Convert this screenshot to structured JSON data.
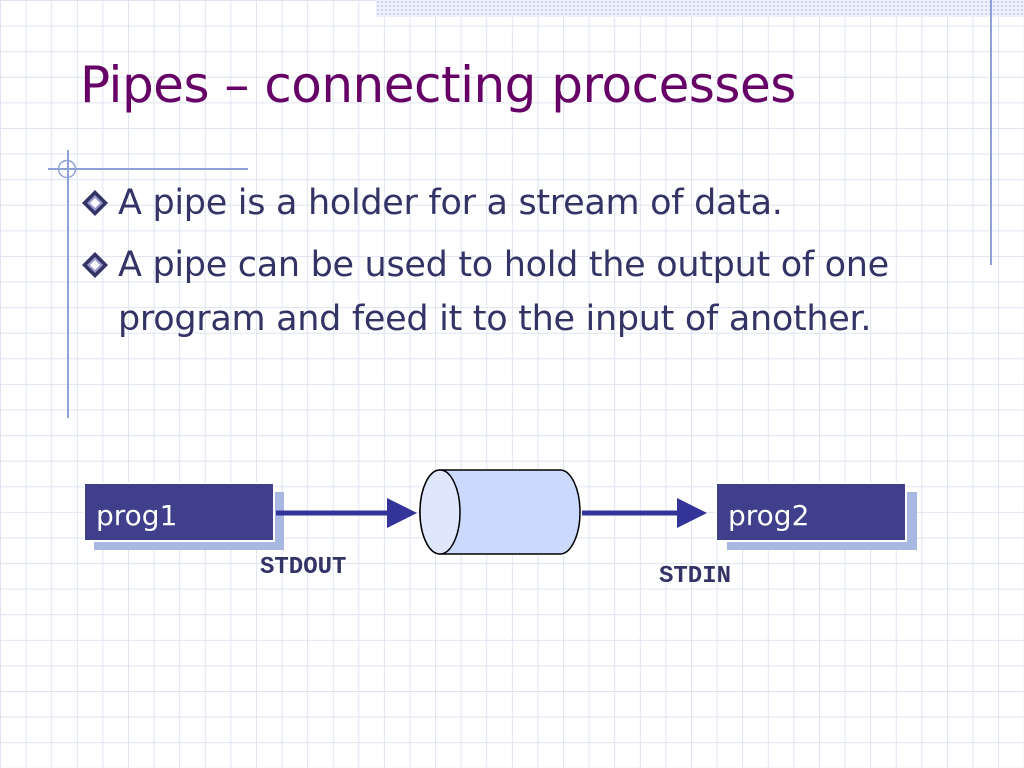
{
  "slide": {
    "title": "Pipes – connecting processes",
    "bullets": [
      {
        "text": "A pipe is a holder for a stream of data."
      },
      {
        "text": "A pipe can be used to hold the output of one program and feed it to the input of another."
      }
    ]
  },
  "diagram": {
    "source_process": "prog1",
    "target_process": "prog2",
    "source_stream": "STDOUT",
    "target_stream": "STDIN",
    "bullet_icon": "diamond-bullet-icon",
    "pipe_icon": "cylinder-pipe-icon",
    "colors": {
      "title": "#660066",
      "body_text": "#333366",
      "box_fill": "#3f3f8c",
      "box_shadow": "#a9b7e3",
      "arrow": "#333399",
      "pipe_fill": "#ccd9ff",
      "grid": "#dfe4f2"
    }
  }
}
